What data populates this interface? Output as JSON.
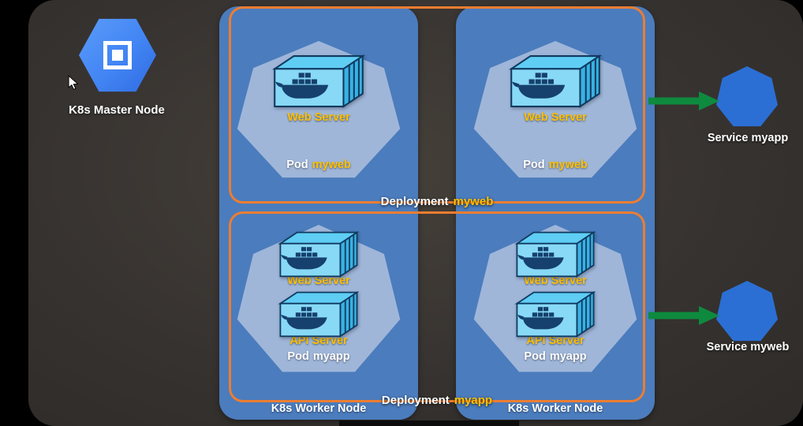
{
  "master": {
    "label": "K8s Master Node"
  },
  "workers": [
    {
      "label": "K8s Worker Node"
    },
    {
      "label": "K8s Worker Node"
    }
  ],
  "deployments": [
    {
      "prefix": "Deployment",
      "name": "myweb"
    },
    {
      "prefix": "Deployment",
      "name": "myapp"
    }
  ],
  "pods": [
    {
      "containers": [
        {
          "label": "Web Server"
        }
      ],
      "prefix": "Pod",
      "name": "myweb"
    },
    {
      "containers": [
        {
          "label": "Web Server"
        }
      ],
      "prefix": "Pod",
      "name": "myweb"
    },
    {
      "containers": [
        {
          "label": "Web Server"
        },
        {
          "label": "API Server"
        }
      ],
      "prefix": "Pod",
      "name": "myapp"
    },
    {
      "containers": [
        {
          "label": "Web Server"
        },
        {
          "label": "API Server"
        }
      ],
      "prefix": "Pod",
      "name": "myapp"
    }
  ],
  "services": [
    {
      "label": "Service myapp"
    },
    {
      "label": "Service myweb"
    }
  ],
  "colors": {
    "orange": "#ED7D31",
    "gold": "#FFC000",
    "green": "#0E8A3E",
    "master-blue": "#4285F4",
    "worker-blue": "#4B7CBD",
    "pod-blue": "#9FB6D9",
    "service-blue": "#2B6FD4"
  }
}
